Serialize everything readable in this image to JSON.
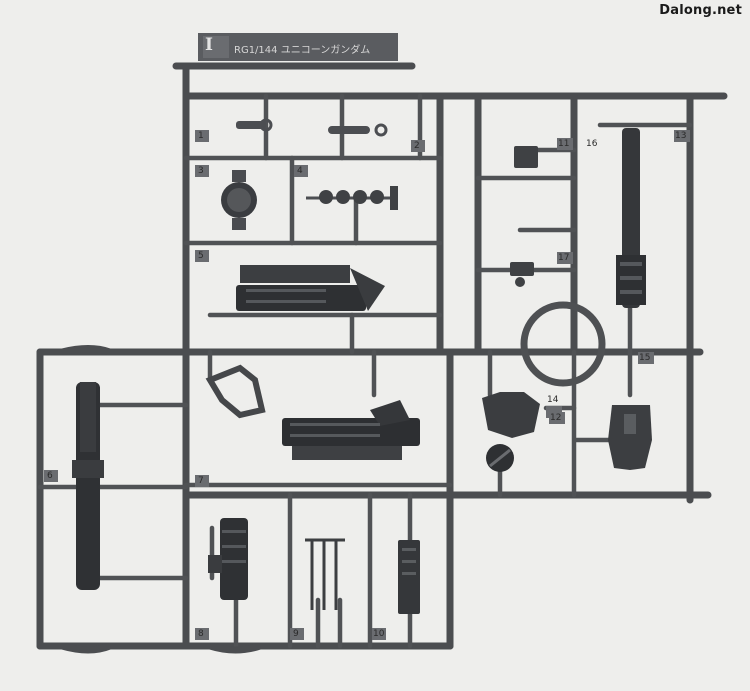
{
  "watermark": "Dalong.net",
  "runner_tag": {
    "letter": "I",
    "text": "RG1/144 ユニコーンガンダム"
  },
  "gate_numbers": [
    "1",
    "2",
    "3",
    "4",
    "5",
    "6",
    "7",
    "8",
    "9",
    "10",
    "11",
    "12",
    "13",
    "14",
    "15",
    "16",
    "17"
  ],
  "colors": {
    "background": "#eeeeec",
    "plastic": "#55575a",
    "plastic_dark": "#333538",
    "plastic_light": "#7a7c80"
  }
}
